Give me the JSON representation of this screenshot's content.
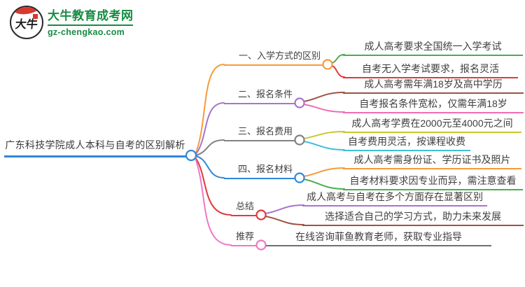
{
  "logo": {
    "icon_text": "大牛",
    "title": "大牛教育成考网",
    "subtitle": "gz-chengkao.com"
  },
  "colors": {
    "logo_green": "#178c43",
    "text": "#3f3f3f",
    "blue": "#2f88d8",
    "orange": "#f79a3c",
    "green": "#4cae4f",
    "red": "#e0393e",
    "purple": "#a874cf",
    "brown": "#9b5445",
    "pink": "#f06eb4",
    "light_pink": "#ef77c5",
    "gray": "#828282",
    "olive": "#c8c932",
    "cyan": "#3ec0d8",
    "leaf_gray": "#707070"
  },
  "mindmap": {
    "root": "广东科技学院成人本科与自考的区别解析",
    "branches": [
      {
        "label": "一、入学方式的区别",
        "children": [
          "成人高考要求全国统一入学考试",
          "自考无入学考试要求，报名灵活"
        ]
      },
      {
        "label": "二、报名条件",
        "children": [
          "成人高考需年满18岁及高中学历",
          "自考报名条件宽松，仅需年满18岁"
        ]
      },
      {
        "label": "三、报名费用",
        "children": [
          "成人高考学费在2000元至4000元之间",
          "自考费用灵活，按课程收费"
        ]
      },
      {
        "label": "四、报名材料",
        "children": [
          "成人高考需身份证、学历证书及照片",
          "自考材料要求因专业而异，需注意查看"
        ]
      },
      {
        "label": "总结",
        "children": [
          "成人高考与自考在多个方面存在显著区别",
          "选择适合自己的学习方式，助力未来发展"
        ]
      },
      {
        "label": "推荐",
        "children": [
          "在线咨询菲鱼教育老师，获取专业指导"
        ]
      }
    ]
  }
}
